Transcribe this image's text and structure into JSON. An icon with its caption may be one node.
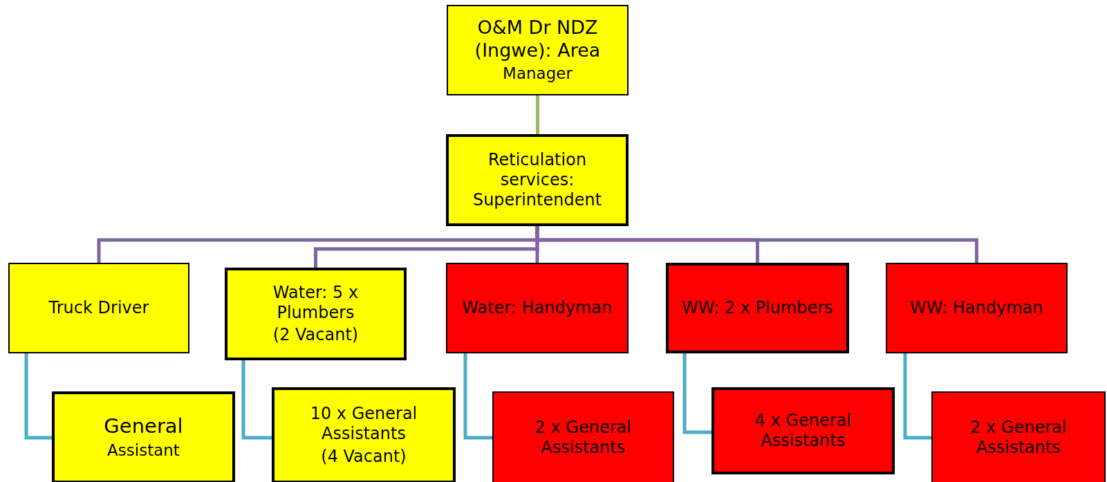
{
  "diagram": {
    "nodes": [
      {
        "text": [
          "O&M Dr NDZ (Ingwe): Area",
          "Manager"
        ]
      },
      {
        "text": [
          "Reticulation services: Superintendent"
        ]
      },
      {
        "text": [
          "Truck Driver"
        ]
      },
      {
        "text": [
          "Water: 5 x Plumbers",
          "(2 Vacant)"
        ]
      },
      {
        "text": [
          "Water: Handyman"
        ]
      },
      {
        "text": [
          "WW: 2 x Plumbers"
        ]
      },
      {
        "text": [
          "WW: Handyman"
        ]
      },
      {
        "text": [
          "General",
          "Assistant"
        ]
      },
      {
        "text": [
          "10 x General Assistants",
          "(4 Vacant)"
        ]
      },
      {
        "text": [
          "2 x General Assistants"
        ]
      },
      {
        "text": [
          "4 x General Assistants"
        ]
      },
      {
        "text": [
          "2 x General Assistants"
        ]
      }
    ],
    "edges": [
      {
        "from": 0,
        "to": 1,
        "arrow": "none",
        "color": "#9bbb59"
      },
      {
        "from": 1,
        "to": 2,
        "arrow": "none",
        "color": "#8064a2"
      },
      {
        "from": 1,
        "to": 3,
        "arrow": "none",
        "color": "#8064a2"
      },
      {
        "from": 1,
        "to": 4,
        "arrow": "none",
        "color": "#8064a2"
      },
      {
        "from": 1,
        "to": 5,
        "arrow": "none",
        "color": "#8064a2"
      },
      {
        "from": 1,
        "to": 6,
        "arrow": "none",
        "color": "#8064a2"
      },
      {
        "from": 2,
        "to": 7,
        "arrow": "none",
        "color": "#4bacc6"
      },
      {
        "from": 3,
        "to": 8,
        "arrow": "none",
        "color": "#4bacc6"
      },
      {
        "from": 4,
        "to": 9,
        "arrow": "none",
        "color": "#4bacc6"
      },
      {
        "from": 5,
        "to": 10,
        "arrow": "none",
        "color": "#4bacc6"
      },
      {
        "from": 6,
        "to": 11,
        "arrow": "none",
        "color": "#4bacc6"
      }
    ]
  }
}
